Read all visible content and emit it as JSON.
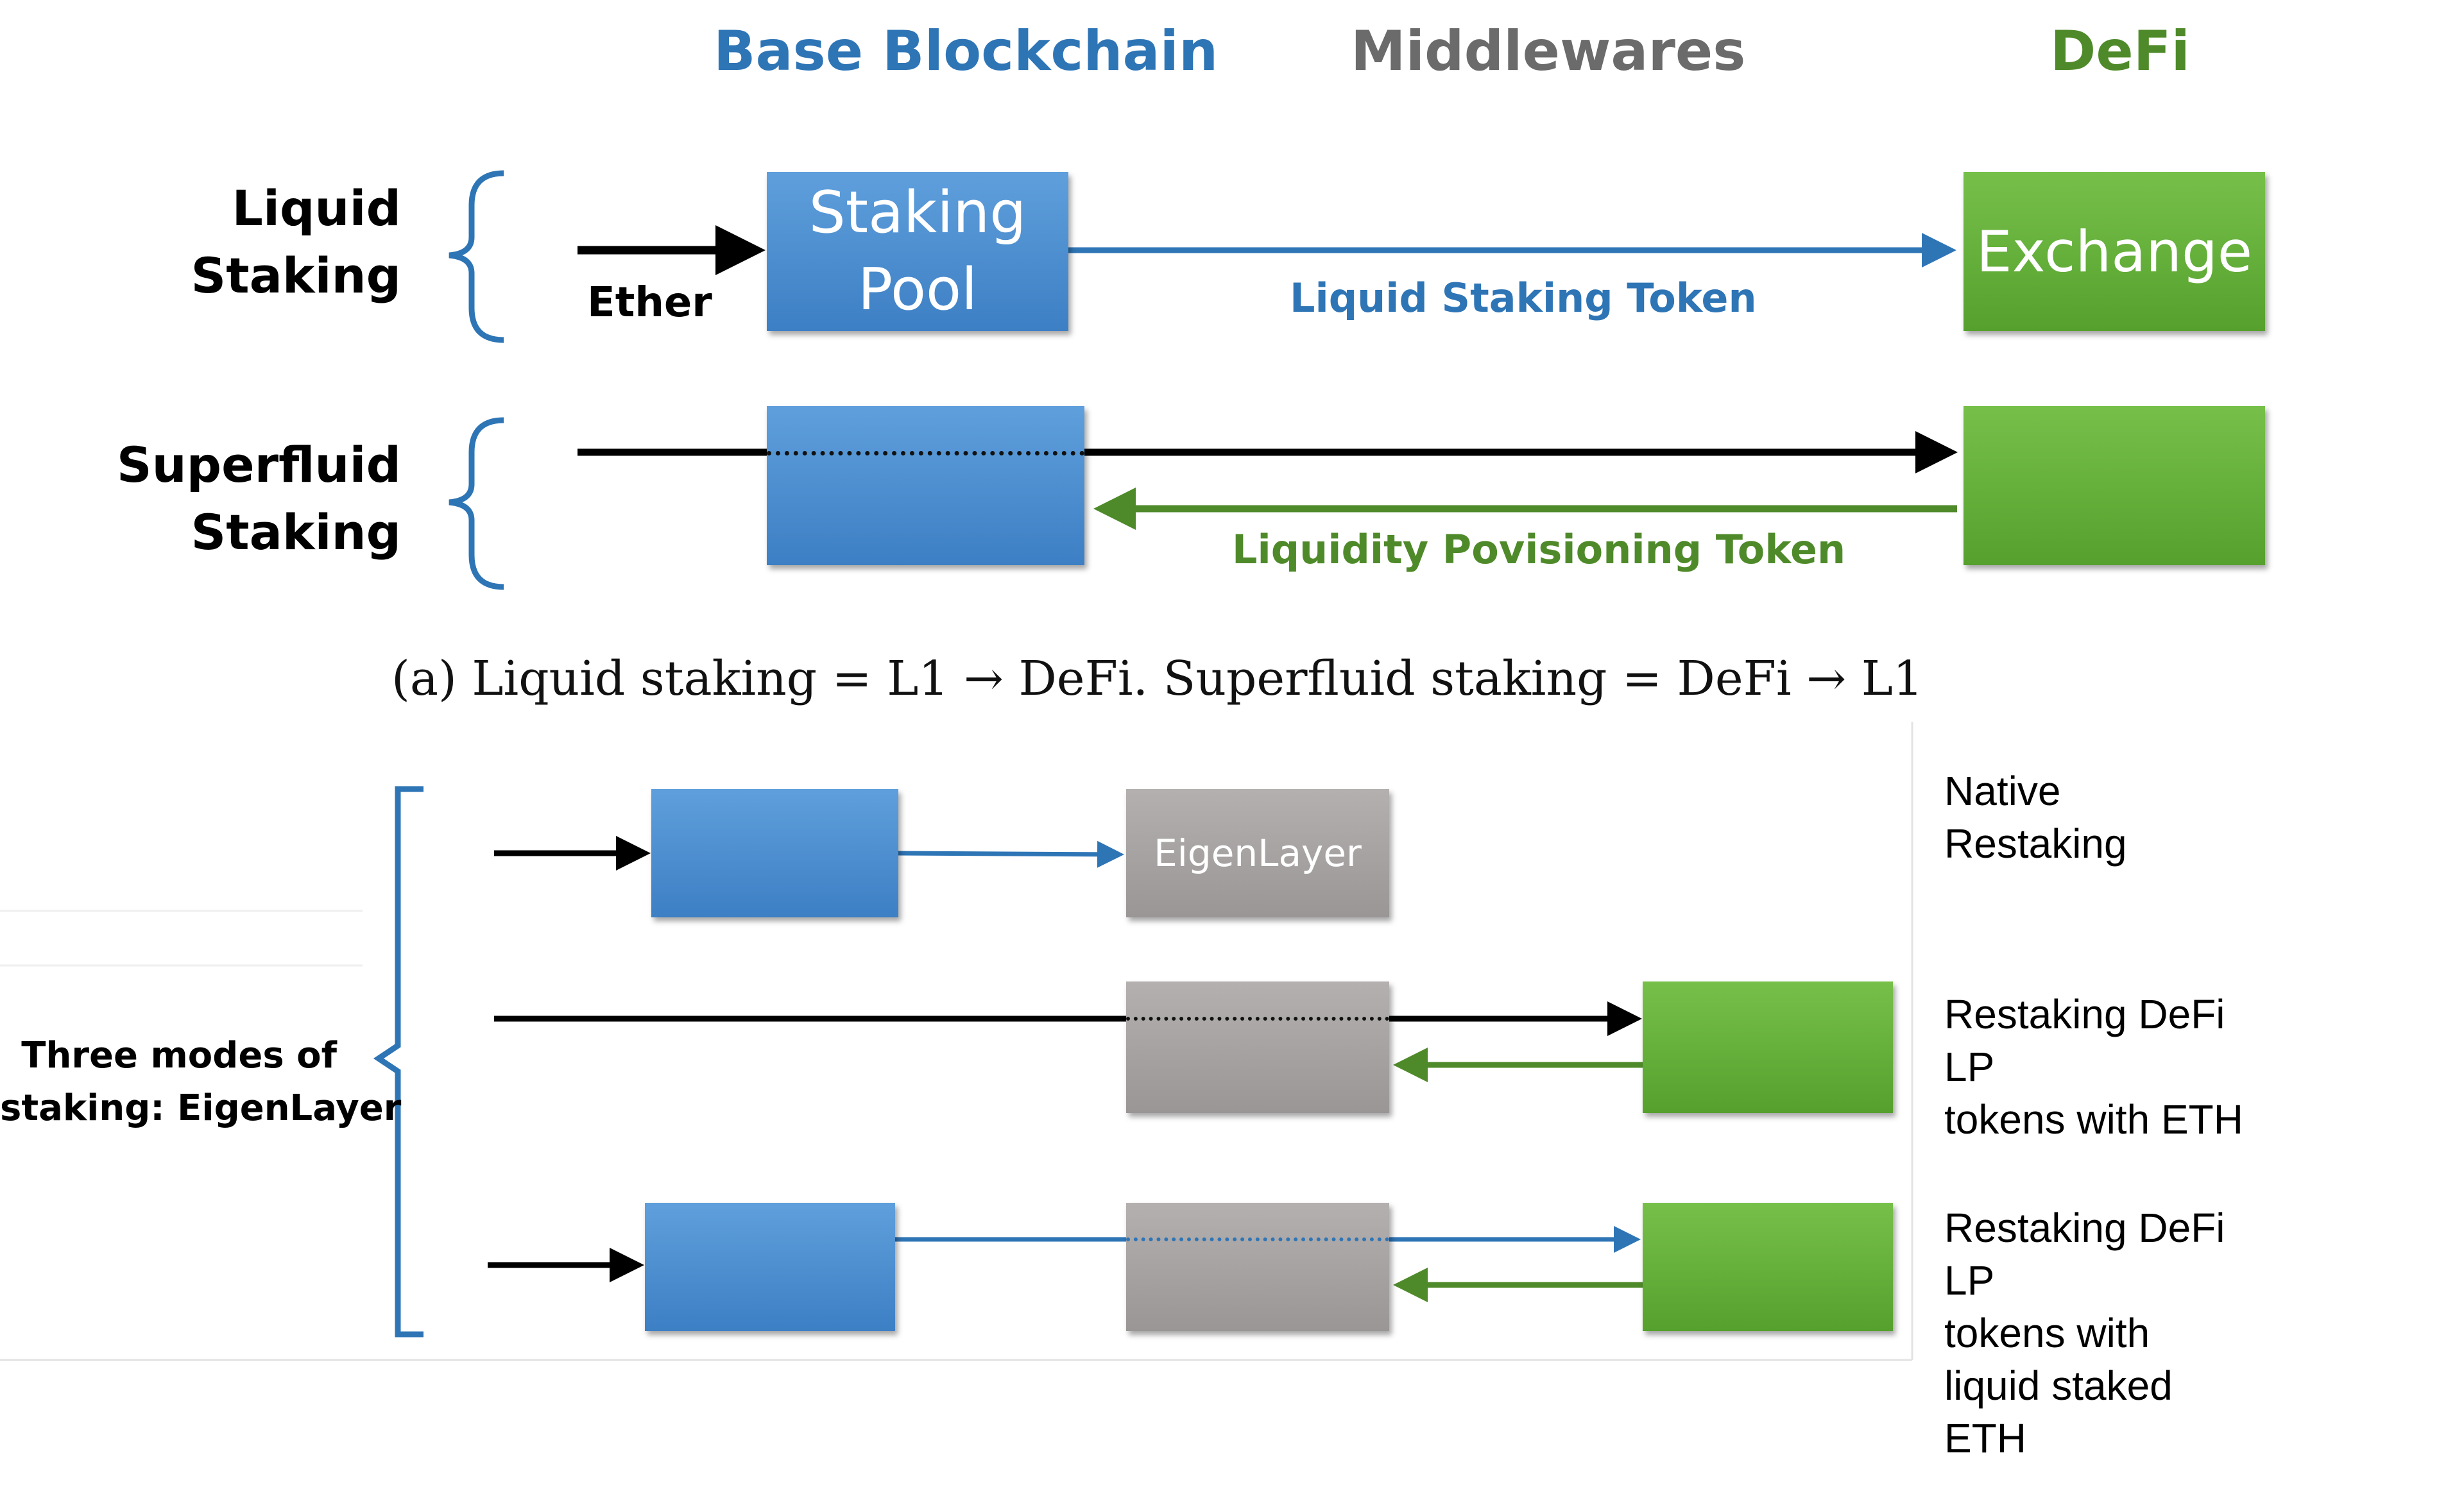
{
  "headers": {
    "base_blockchain": "Base Blockchain",
    "middlewares": "Middlewares",
    "defi": "DeFi"
  },
  "rows": {
    "liquid_line1": "Liquid",
    "liquid_line2": "Staking",
    "superfluid_line1": "Superfluid",
    "superfluid_line2": "Staking"
  },
  "liquid": {
    "input_label": "Ether",
    "pool_line1": "Staking",
    "pool_line2": "Pool",
    "exchange": "Exchange",
    "token_label": "Liquid Staking Token"
  },
  "superfluid": {
    "token_label": "Liquidity Povisioning Token"
  },
  "caption": "(a) Liquid staking = L1 → DeFi. Superfluid staking = DeFi → L1",
  "eigen": {
    "group_label_line1": "Three modes of",
    "group_label_line2": "staking: EigenLayer",
    "box_label": "EigenLayer",
    "mode1_lines": [
      "Native",
      "Restaking"
    ],
    "mode2_lines": [
      "Restaking DeFi",
      "LP",
      "tokens with ETH"
    ],
    "mode3_lines": [
      "Restaking DeFi",
      "LP",
      "tokens with",
      "liquid staked",
      "ETH"
    ]
  },
  "colors": {
    "blue": "#2e75b6",
    "green": "#4f8a2a",
    "gray_header": "#6b6b6b",
    "black": "#000000"
  }
}
